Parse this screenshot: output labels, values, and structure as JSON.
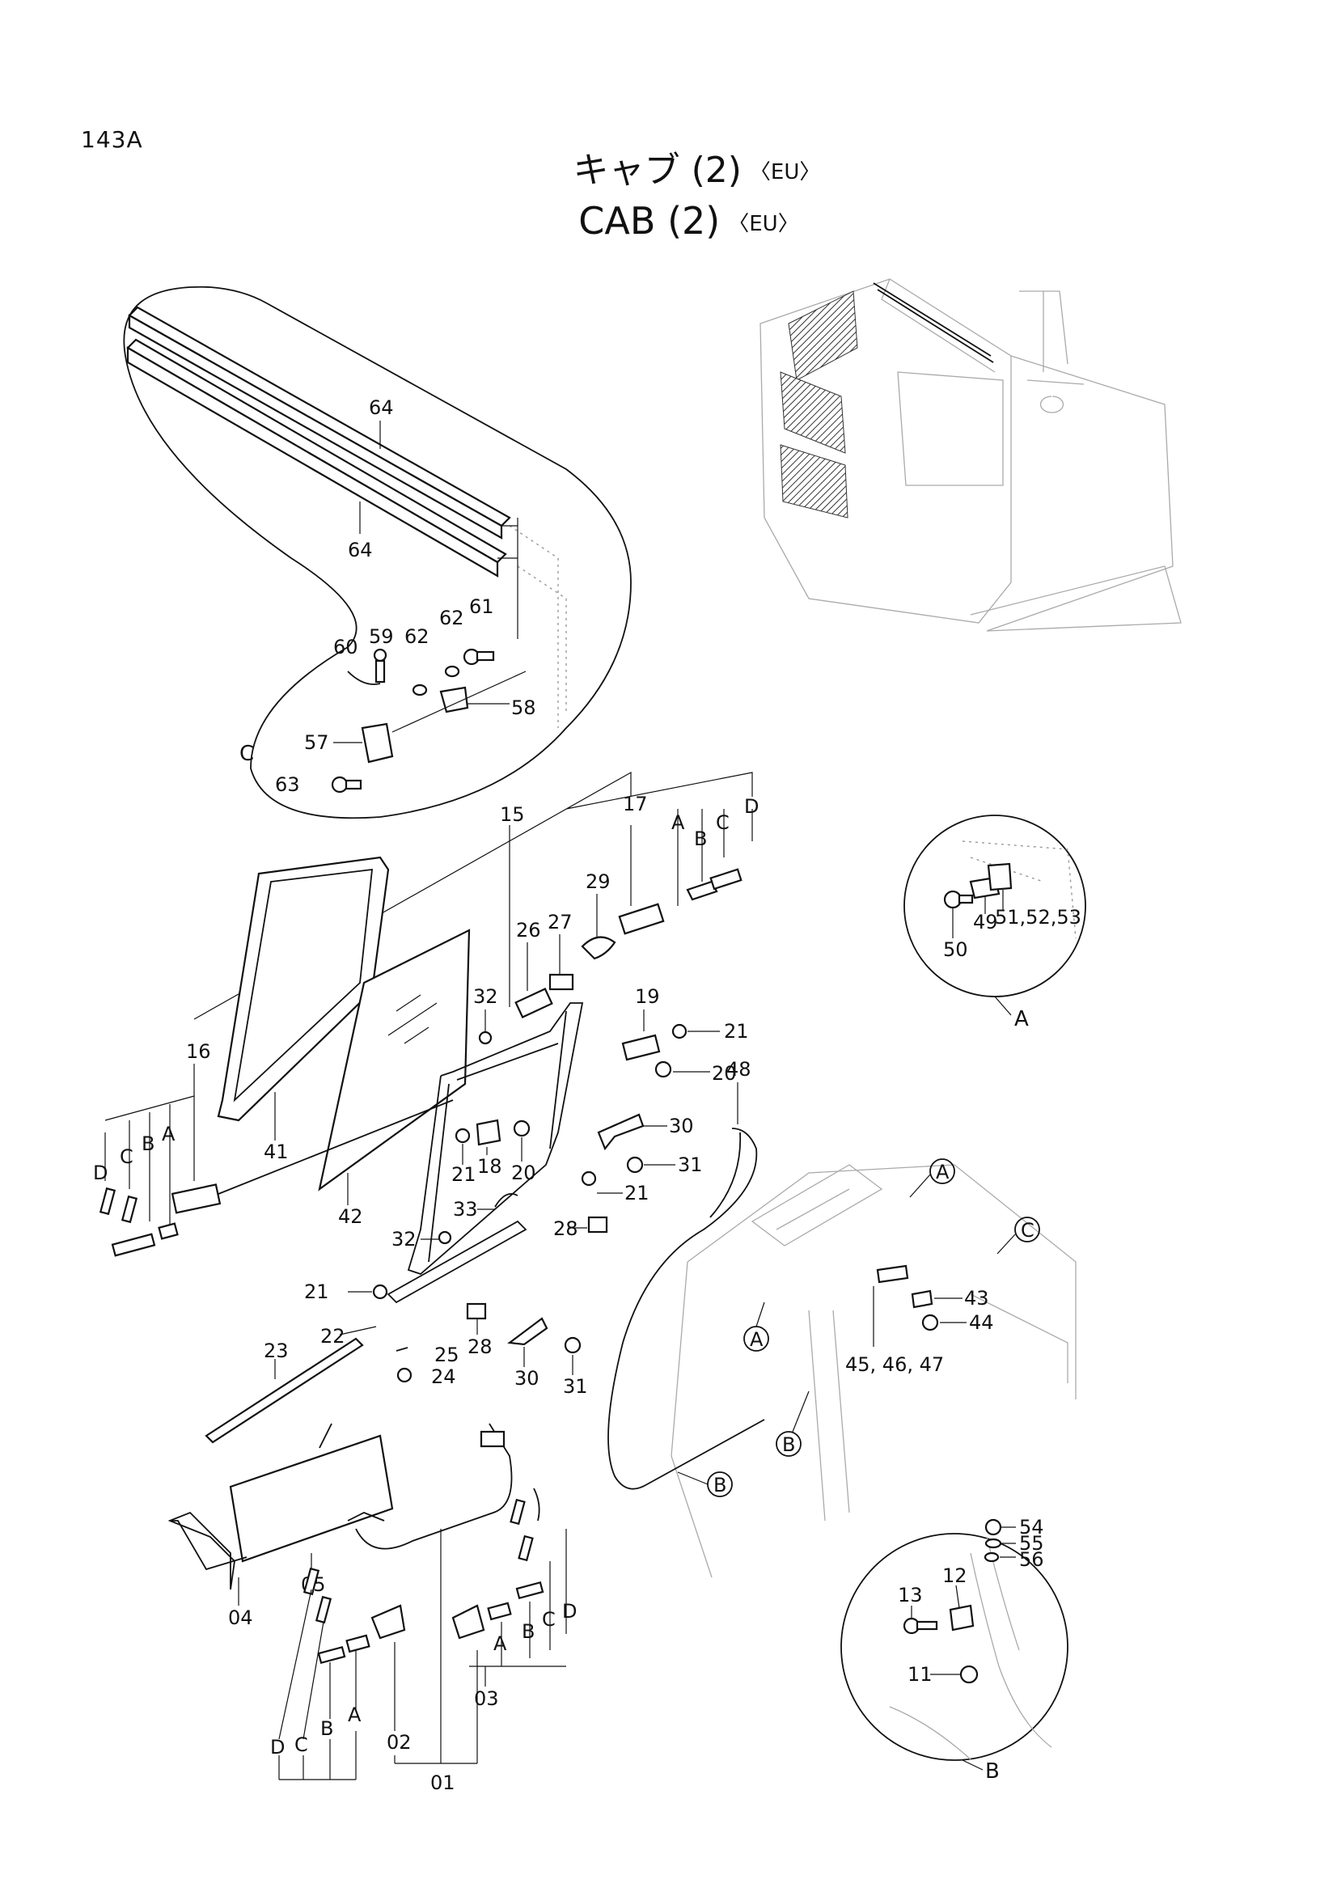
{
  "page_code": "143A",
  "title": {
    "jp": "キャブ (2)",
    "en": "CAB (2)",
    "variant": "〈EU〉"
  },
  "detail_views": {
    "A": {
      "label": "A",
      "callouts": [
        "50",
        "49",
        "51,52,53"
      ]
    },
    "B": {
      "label": "B",
      "callouts": [
        "54",
        "55",
        "56",
        "12",
        "13",
        "11"
      ]
    },
    "C": {
      "label": "C",
      "callouts": [
        "64",
        "64",
        "60",
        "59",
        "62",
        "62",
        "61",
        "57",
        "58",
        "63"
      ]
    }
  },
  "callouts": {
    "c15": "15",
    "c17": "17",
    "c16": "16",
    "c29": "29",
    "c26": "26",
    "c27": "27",
    "c32a": "32",
    "c32b": "32",
    "c19": "19",
    "c21a": "21",
    "c21b": "21",
    "c21c": "21",
    "c21d": "21",
    "c20a": "20",
    "c20b": "20",
    "c18": "18",
    "c30a": "30",
    "c30b": "30",
    "c31a": "31",
    "c31b": "31",
    "c33": "33",
    "c28a": "28",
    "c28b": "28",
    "c41": "41",
    "c42": "42",
    "c48": "48",
    "c22": "22",
    "c23": "23",
    "c24": "24",
    "c25": "25",
    "c43": "43",
    "c44": "44",
    "c45": "45, 46, 47",
    "c04": "04",
    "c05": "05",
    "c01": "01",
    "c02": "02",
    "c03": "03"
  },
  "letters": {
    "A": "A",
    "B": "B",
    "C": "C",
    "D": "D"
  },
  "colors": {
    "ink": "#111111",
    "ghost": "#999999",
    "paper": "#ffffff"
  }
}
